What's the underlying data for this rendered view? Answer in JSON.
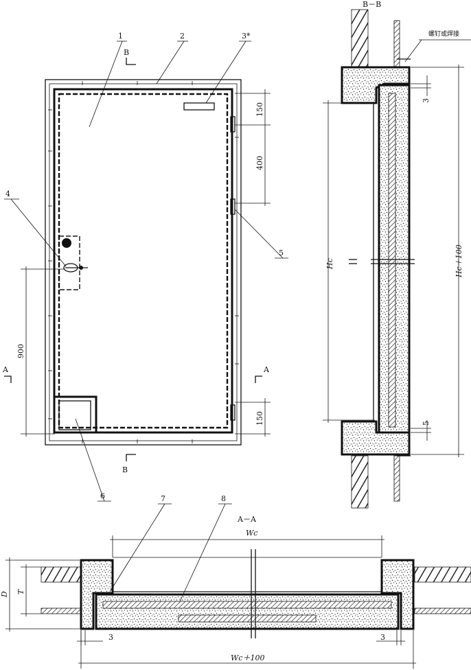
{
  "front_view": {
    "parts": [
      "1",
      "2",
      "3*",
      "4",
      "5",
      "6"
    ],
    "section_marks": {
      "bb": "B",
      "aa": "A"
    },
    "dims": {
      "d150_top": "150",
      "d400": "400",
      "d900": "900",
      "d150_bottom": "150"
    }
  },
  "section_bb": {
    "title": "B－B",
    "note": "螺钉或焊接",
    "dims": {
      "hc": "Hc",
      "hc100": "Hc＋100",
      "d3": "3",
      "d5": "5"
    }
  },
  "section_aa": {
    "title": "A－A",
    "parts": [
      "7",
      "8"
    ],
    "dims": {
      "wc": "Wc",
      "wc100": "Wc＋100",
      "d": "D",
      "t": "T",
      "d3_left": "3",
      "d3_right": "3"
    }
  }
}
